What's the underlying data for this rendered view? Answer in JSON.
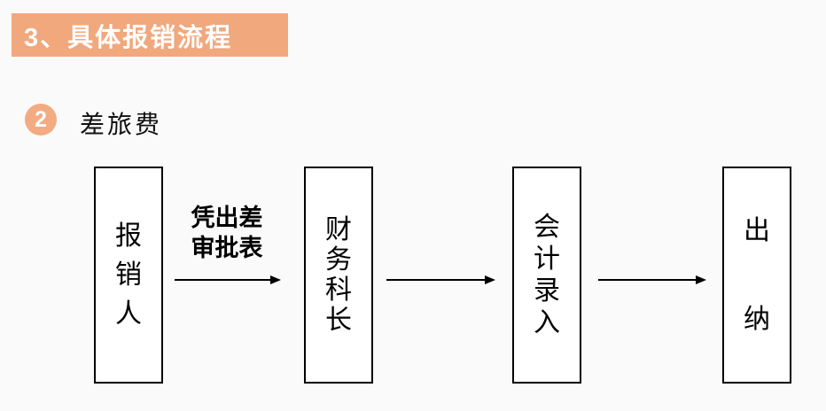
{
  "colors": {
    "background": "#fafafa",
    "accent_banner": "#f1a87d",
    "accent_badge": "#f2ab82",
    "banner_text": "#ffffff",
    "diagram_ink": "#000000"
  },
  "header": {
    "title": "3、具体报销流程"
  },
  "section": {
    "badge_number": "2",
    "label": "差旅费"
  },
  "flow": {
    "nodes": [
      {
        "label": "报销人"
      },
      {
        "label": "财务科长"
      },
      {
        "label": "会计录入"
      },
      {
        "label": "出纳"
      }
    ],
    "arrows": [
      {
        "label": "凭出差\n审批表"
      },
      {
        "label": ""
      },
      {
        "label": ""
      }
    ]
  }
}
